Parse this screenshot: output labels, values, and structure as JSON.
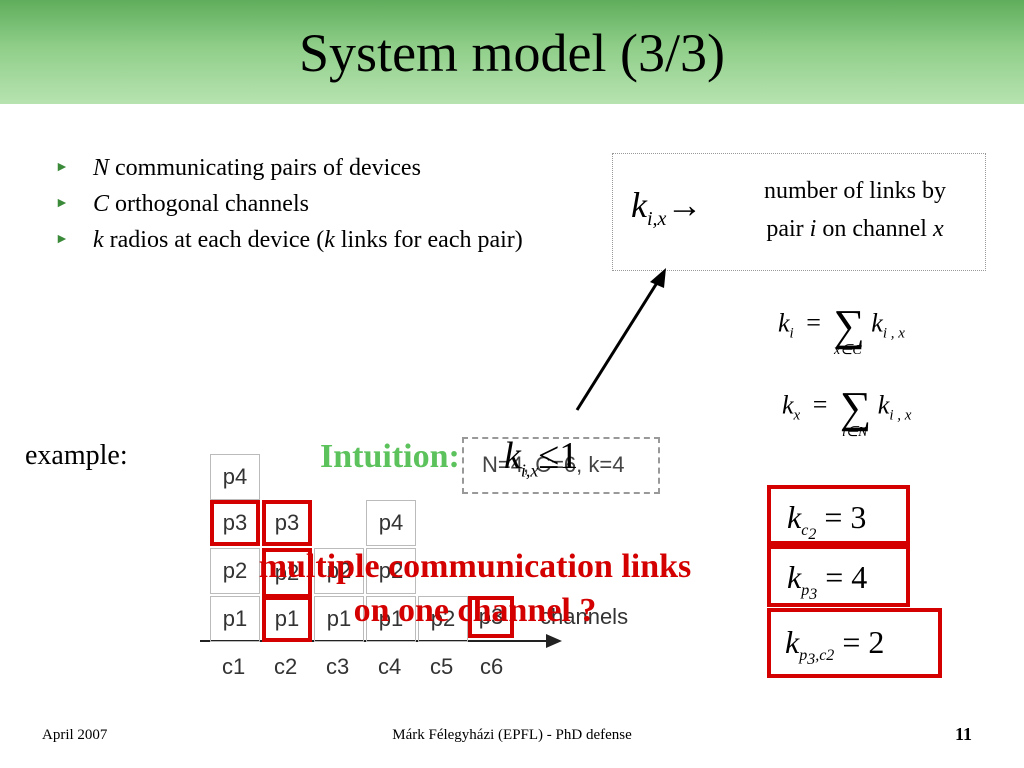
{
  "title": "System model (3/3)",
  "bullets": [
    {
      "var": "N",
      "text": " communicating pairs of devices"
    },
    {
      "var": "C",
      "text": " orthogonal channels"
    },
    {
      "var": "k",
      "text": " radios at each device (",
      "var2": "k",
      "text2": " links for each pair)"
    }
  ],
  "definition": {
    "symbol": "k",
    "subscript": "i,x",
    "arrow": "→",
    "line1": "number of links by",
    "line2_a": "pair ",
    "line2_i": "i",
    "line2_b": " on channel ",
    "line2_x": "x"
  },
  "formulas": {
    "ki_lhs": "k",
    "ki_sub": "i",
    "ki_eq": "=",
    "ki_sigma": "∑",
    "ki_under": "x∈C",
    "ki_rhs": "k",
    "ki_rhs_sub": "i , x",
    "kx_lhs": "k",
    "kx_sub": "x",
    "kx_eq": "=",
    "kx_sigma": "∑",
    "kx_under": "i∈N",
    "kx_rhs": "k",
    "kx_rhs_sub": "i , x"
  },
  "example_label": "example:",
  "grid": {
    "rows": [
      [
        "p4",
        "",
        "",
        "",
        "",
        ""
      ],
      [
        "p3",
        "p3",
        "",
        "p4",
        "",
        ""
      ],
      [
        "p2",
        "p2",
        "p2",
        "p2",
        "",
        ""
      ],
      [
        "p1",
        "p1",
        "p1",
        "p1",
        "p2",
        "p3"
      ]
    ],
    "channels": [
      "c1",
      "c2",
      "c3",
      "c4",
      "c5",
      "c6"
    ],
    "channels_label": "channels",
    "params": "N=4, C=6, k=4"
  },
  "intuition": {
    "label": "Intuition:",
    "symbol": "k",
    "sub": "i,x",
    "relation": "≤1"
  },
  "question": {
    "line1": "multiple communication links",
    "line2": "on one channel ?"
  },
  "examples": [
    {
      "sym": "k",
      "sub": "c",
      "subsub": "2",
      "rest": "",
      "eq": "= 3"
    },
    {
      "sym": "k",
      "sub": "p",
      "subsub": "3",
      "rest": "",
      "eq": "= 4"
    },
    {
      "sym": "k",
      "sub": "p",
      "subsub": "3",
      "rest": ",c2",
      "eq": "= 2"
    }
  ],
  "footer": {
    "date": "April 2007",
    "author": "Márk Félegyházi (EPFL) - PhD defense",
    "page": "11"
  },
  "colors": {
    "accent_red": "#d40000",
    "intuition_green": "#5cc25c",
    "header_green": "#8fce89"
  }
}
